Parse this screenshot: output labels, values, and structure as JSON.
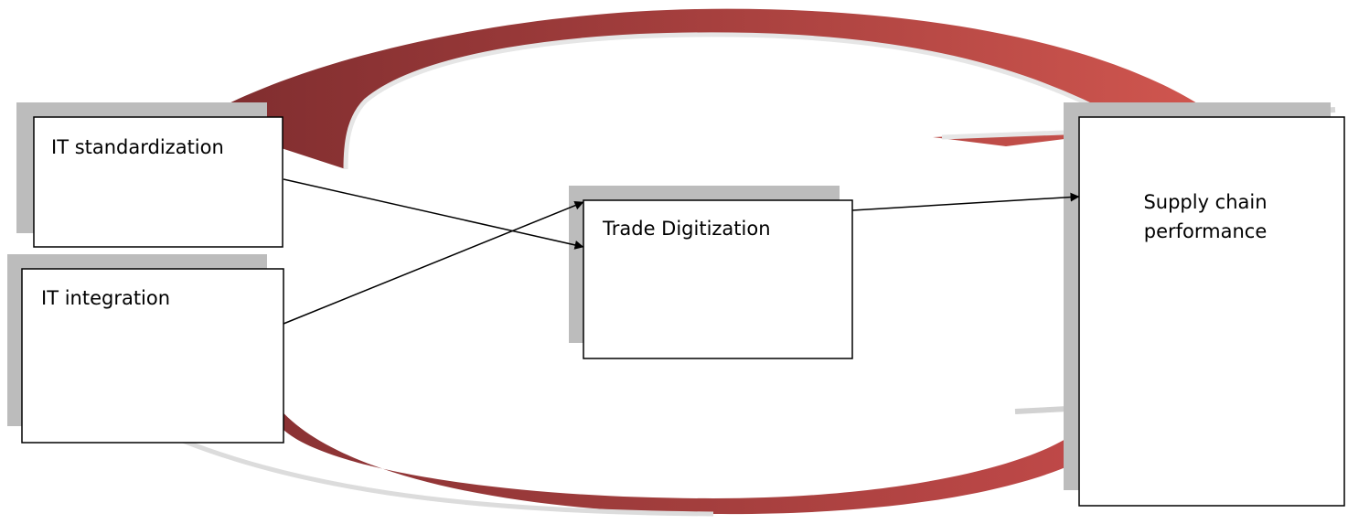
{
  "diagram": {
    "nodes": {
      "it_standardization": "IT standardization",
      "it_integration": "IT integration",
      "trade_digitization": "Trade Digitization",
      "supply_chain_performance": "Supply chain performance"
    },
    "edges": [
      {
        "from": "IT standardization",
        "to": "Trade Digitization"
      },
      {
        "from": "IT integration",
        "to": "Trade Digitization"
      },
      {
        "from": "Trade Digitization",
        "to": "Supply chain performance"
      }
    ],
    "colors": {
      "arc_dark": "#8e3638",
      "arc_light": "#c9504e",
      "shadow": "#bcbcbc",
      "box_border": "#000000",
      "arrow": "#000000"
    }
  }
}
